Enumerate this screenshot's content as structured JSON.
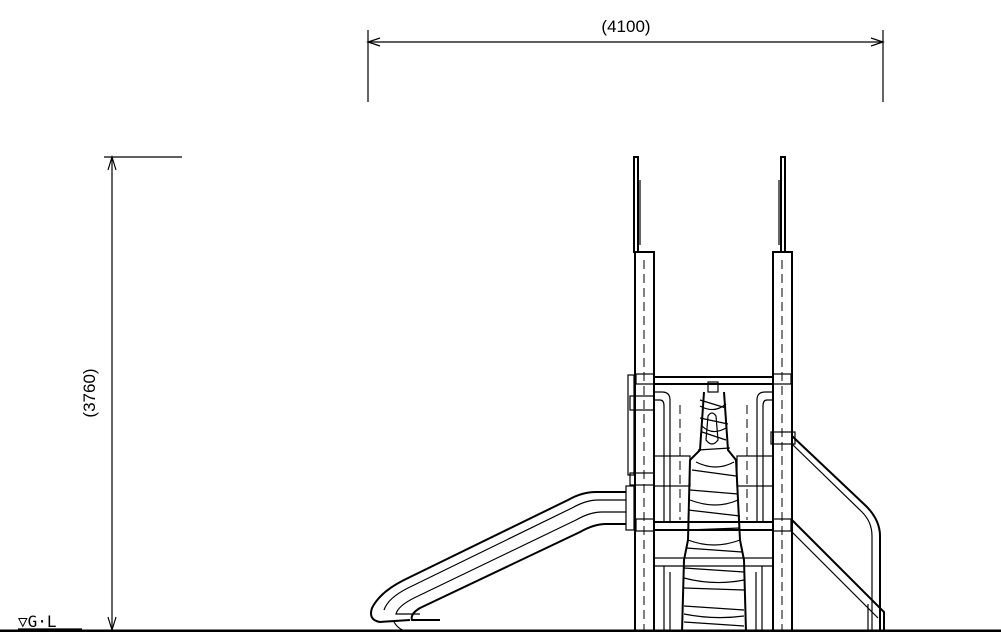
{
  "dimensions": {
    "width_label": "(4100)",
    "height_label": "(3760)"
  },
  "ground": {
    "label": "▽G·L"
  }
}
